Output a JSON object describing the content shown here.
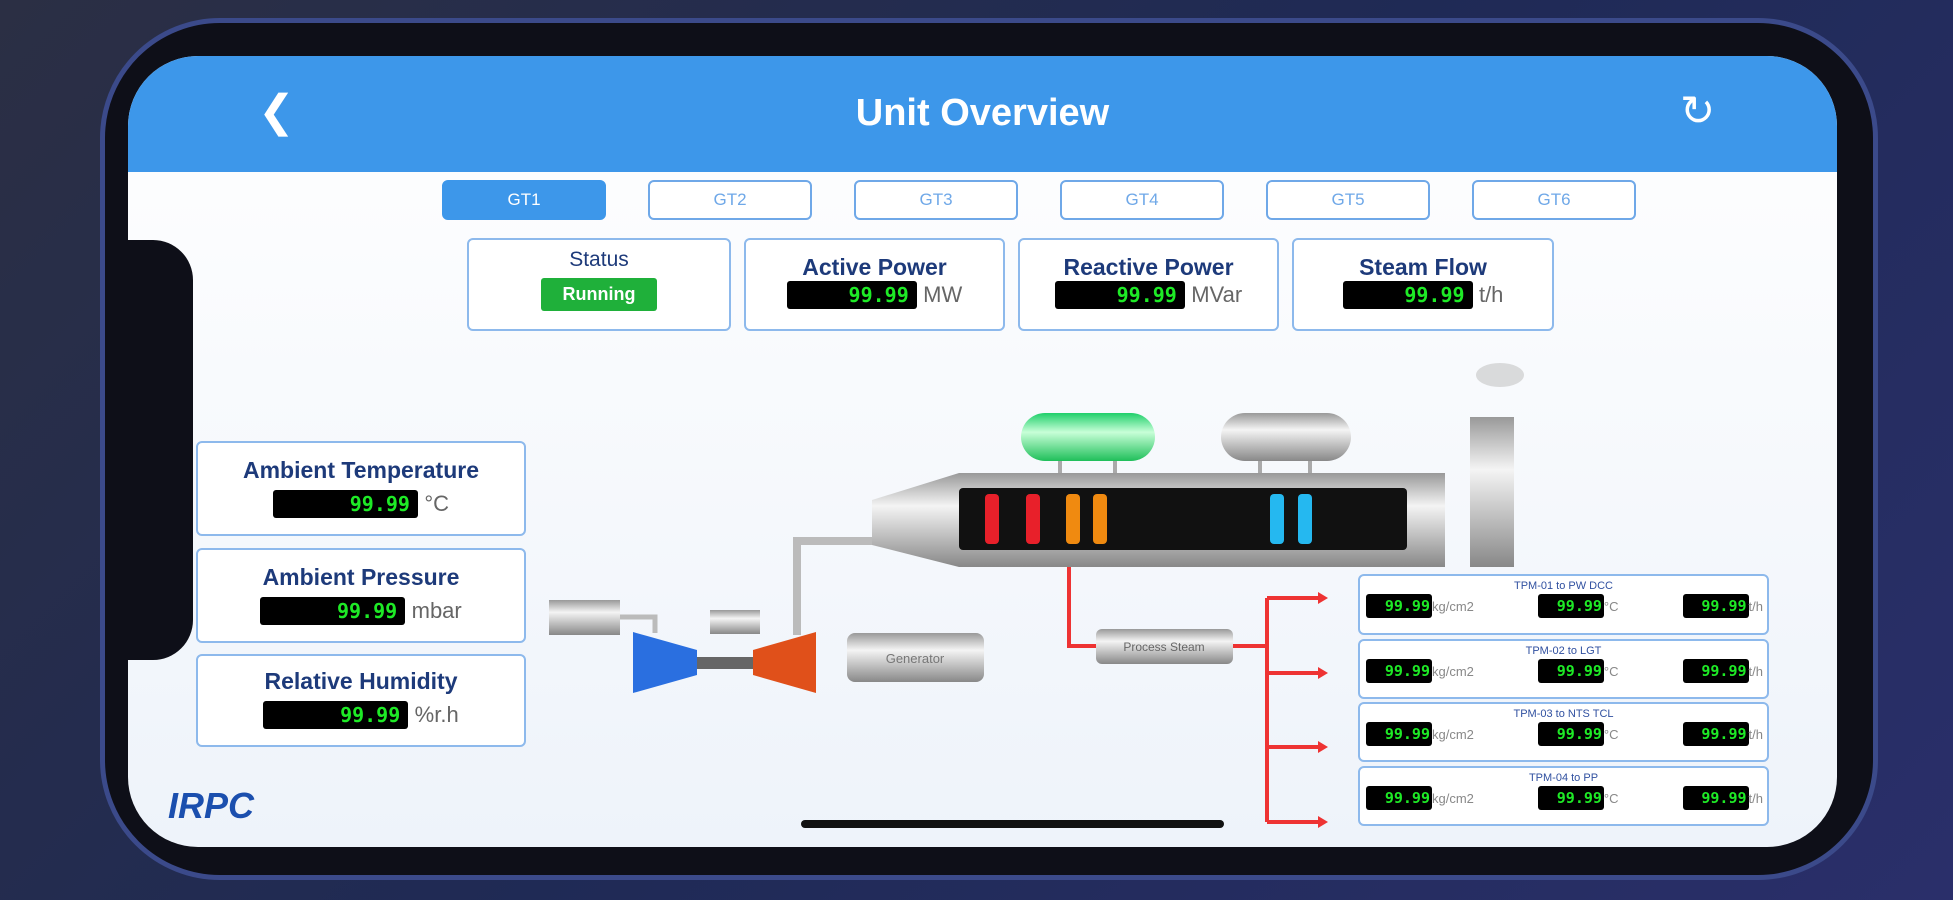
{
  "header": {
    "title": "Unit Overview",
    "back_icon": "chevron-left-icon",
    "refresh_icon": "refresh-icon"
  },
  "tabs": [
    {
      "label": "GT1",
      "active": true
    },
    {
      "label": "GT2"
    },
    {
      "label": "GT3"
    },
    {
      "label": "GT4"
    },
    {
      "label": "GT5"
    },
    {
      "label": "GT6"
    }
  ],
  "top_cards": {
    "status": {
      "label": "Status",
      "value": "Running",
      "color": "#1fb03a"
    },
    "active_power": {
      "label": "Active Power",
      "value": "99.99",
      "unit": "MW"
    },
    "reactive_power": {
      "label": "Reactive Power",
      "value": "99.99",
      "unit": "MVar"
    },
    "steam_flow": {
      "label": "Steam Flow",
      "value": "99.99",
      "unit": "t/h"
    }
  },
  "left_cards": [
    {
      "label": "Ambient Temperature",
      "value": "99.99",
      "unit": "°C"
    },
    {
      "label": "Ambient Pressure",
      "value": "99.99",
      "unit": "mbar"
    },
    {
      "label": "Relative Humidity",
      "value": "99.99",
      "unit": "%r.h"
    }
  ],
  "diagram": {
    "generator": "Generator",
    "process_steam": "Process Steam"
  },
  "right_panels": [
    {
      "title": "TPM-01 to PW DCC",
      "pressure": "99.99",
      "pressure_unit": "kg/cm2",
      "temp": "99.99",
      "temp_unit": "°C",
      "flow": "99.99",
      "flow_unit": "t/h"
    },
    {
      "title": "TPM-02 to LGT",
      "pressure": "99.99",
      "pressure_unit": "kg/cm2",
      "temp": "99.99",
      "temp_unit": "°C",
      "flow": "99.99",
      "flow_unit": "t/h"
    },
    {
      "title": "TPM-03 to NTS TCL",
      "pressure": "99.99",
      "pressure_unit": "kg/cm2",
      "temp": "99.99",
      "temp_unit": "°C",
      "flow": "99.99",
      "flow_unit": "t/h"
    },
    {
      "title": "TPM-04 to PP",
      "pressure": "99.99",
      "pressure_unit": "kg/cm2",
      "temp": "99.99",
      "temp_unit": "°C",
      "flow": "99.99",
      "flow_unit": "t/h"
    }
  ],
  "logo": "IRPC"
}
